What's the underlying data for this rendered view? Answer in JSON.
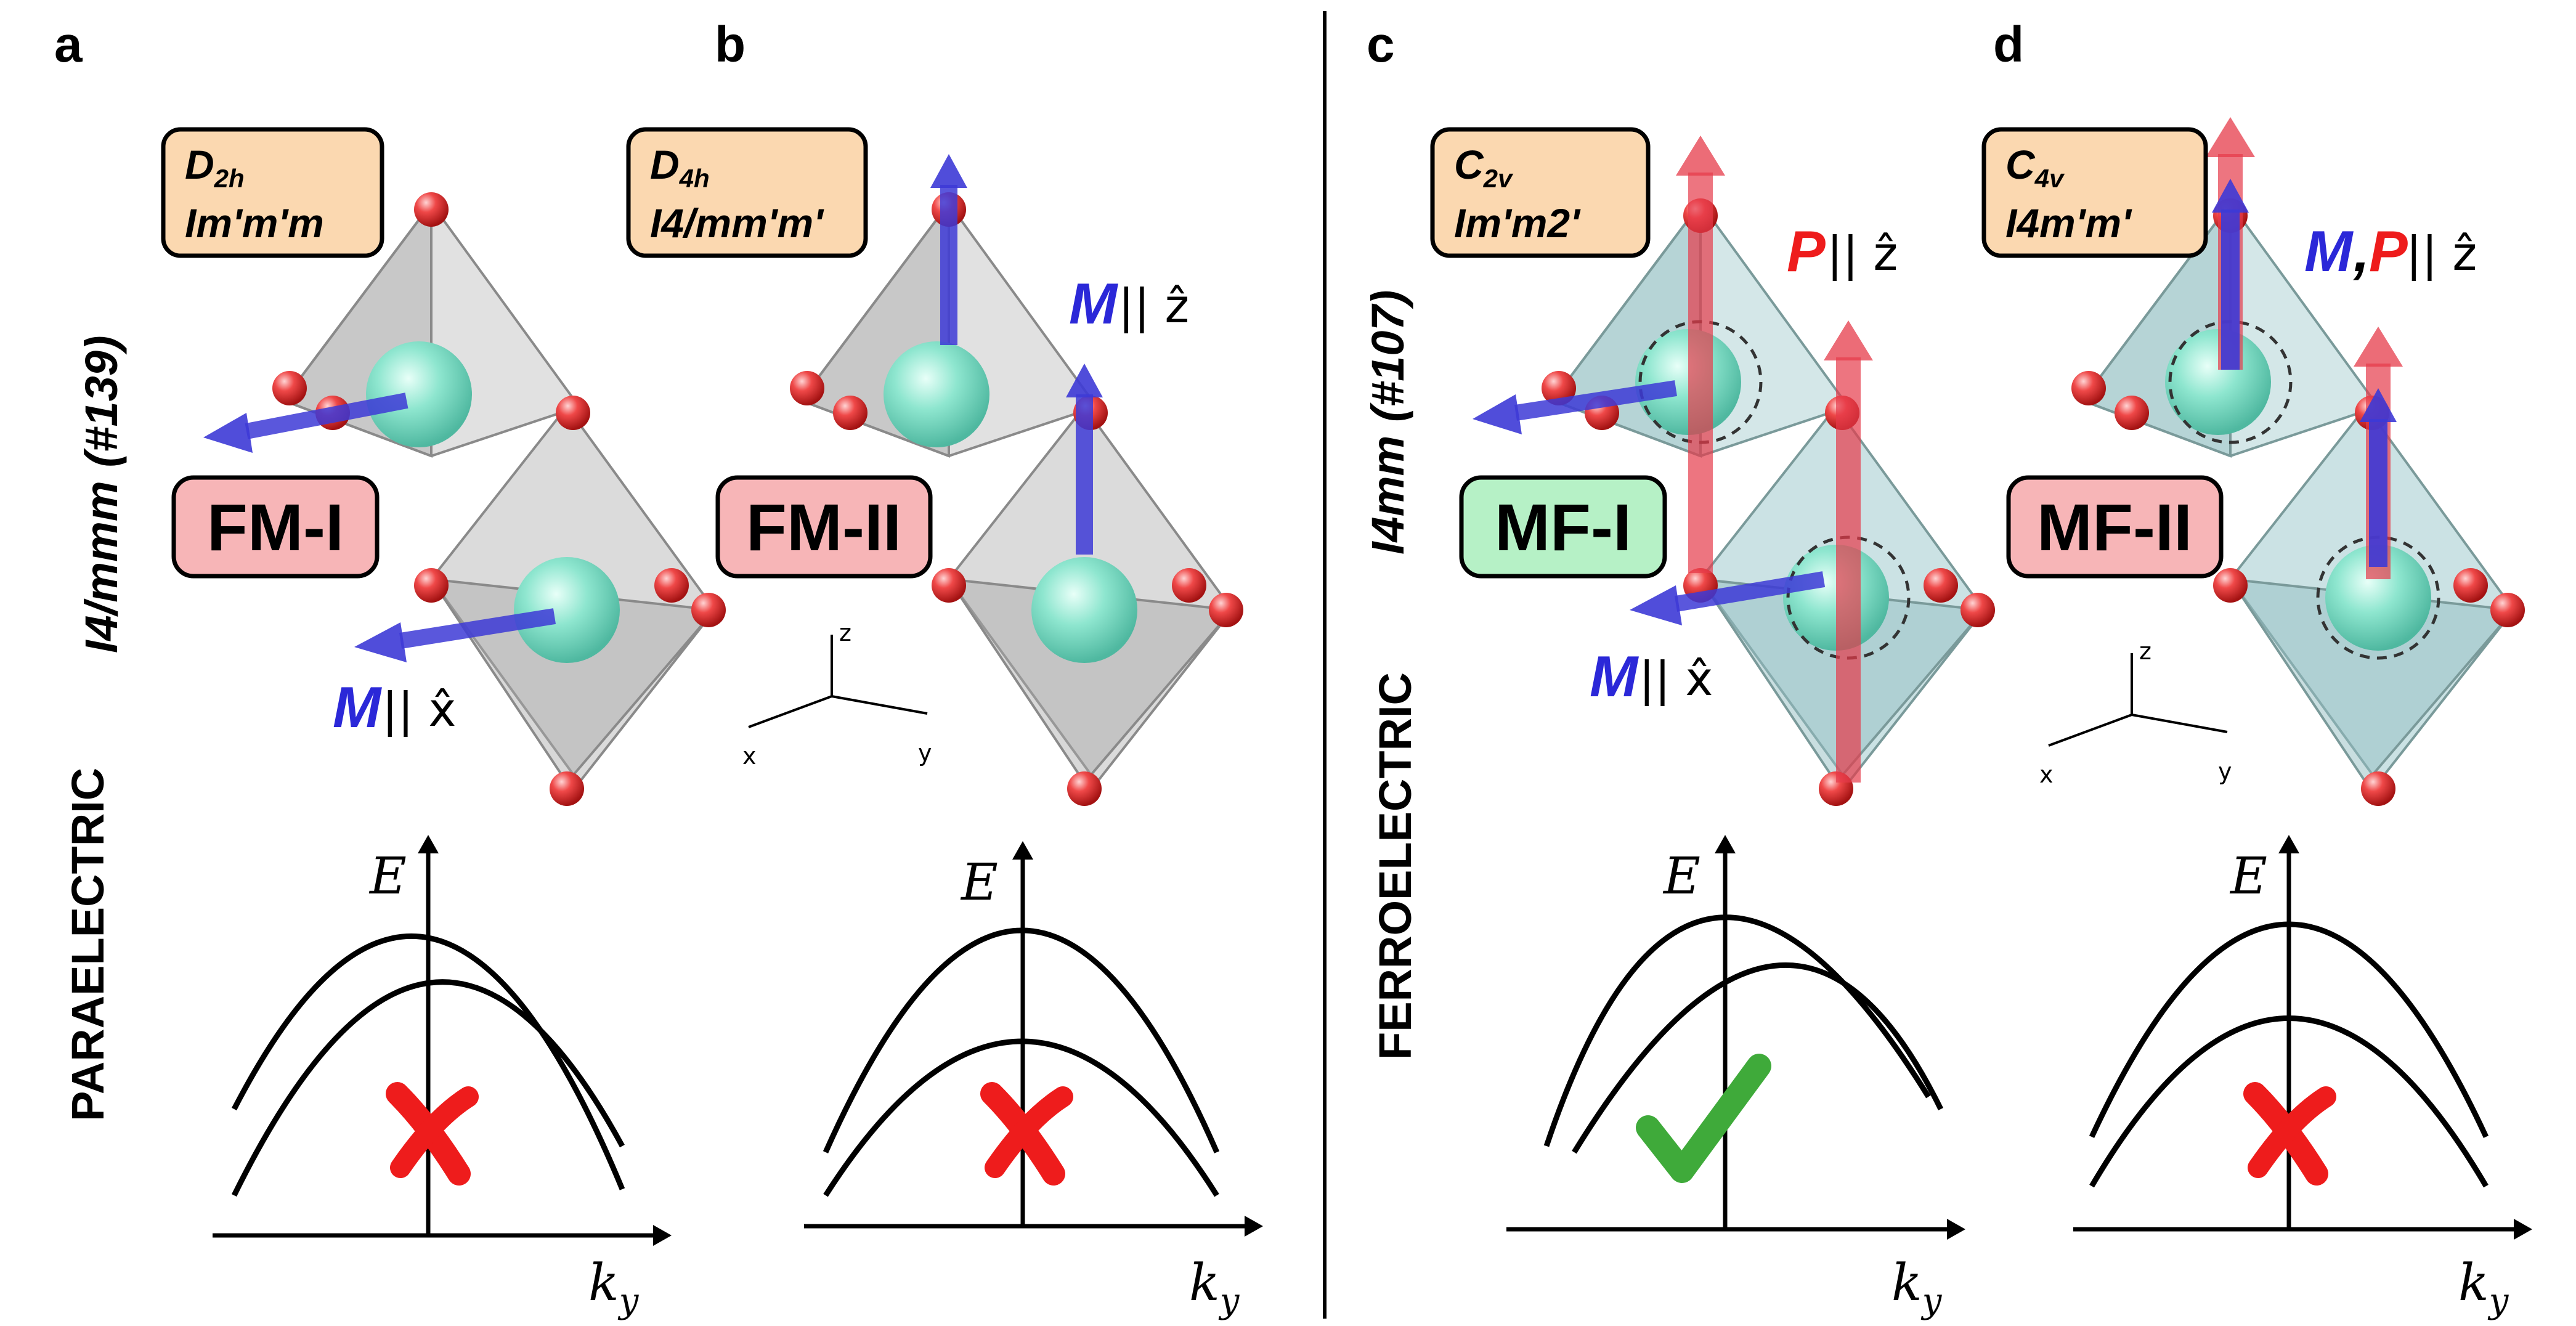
{
  "divider_color": "#000000",
  "colors": {
    "badge_sym": "#fbd8b0",
    "badge_fm": "#f7b5b7",
    "badge_mf1": "#b6f1c6",
    "mag_arrow": "#3d3ad6",
    "pol_arrow": "#e63b4a",
    "cross": "#ee1c1c",
    "check": "#3faa3a"
  },
  "side_labels": {
    "left_group": "I4/mmm",
    "left_number": "(#139)",
    "left_phase": "PARAELECTRIC",
    "right_group": "I4mm",
    "right_number": "(#107)",
    "right_phase": "FERROELECTRIC"
  },
  "panels": [
    {
      "letter": "a",
      "point_group_main": "D",
      "point_group_sub": "2h",
      "space_group": "Im'm'm",
      "phase": "FM-I",
      "vector_labels": [
        "M"
      ],
      "vector_rest": " || x̂",
      "energy_label": "E",
      "k_label": "k",
      "k_sub": "y",
      "verdict": "cross-icon"
    },
    {
      "letter": "b",
      "point_group_main": "D",
      "point_group_sub": "4h",
      "space_group": "I4/mm'm'",
      "phase": "FM-II",
      "vector_labels": [
        "M"
      ],
      "vector_rest": " || ẑ",
      "axes": {
        "z": "z",
        "x": "x",
        "y": "y"
      },
      "energy_label": "E",
      "k_label": "k",
      "k_sub": "y",
      "verdict": "cross-icon"
    },
    {
      "letter": "c",
      "point_group_main": "C",
      "point_group_sub": "2v",
      "space_group": "Im'm2'",
      "phase": "MF-I",
      "vector_labels": [
        "P",
        "M"
      ],
      "vector_rest_p": " || ẑ",
      "vector_rest_m": " || x̂",
      "energy_label": "E",
      "k_label": "k",
      "k_sub": "y",
      "verdict": "check-icon"
    },
    {
      "letter": "d",
      "point_group_main": "C",
      "point_group_sub": "4v",
      "space_group": "I4m'm'",
      "phase": "MF-II",
      "vector_labels": [
        "M",
        ",",
        "P"
      ],
      "vector_rest": " || ẑ",
      "axes": {
        "z": "z",
        "x": "x",
        "y": "y"
      },
      "energy_label": "E",
      "k_label": "k",
      "k_sub": "y",
      "verdict": "cross-icon"
    }
  ]
}
